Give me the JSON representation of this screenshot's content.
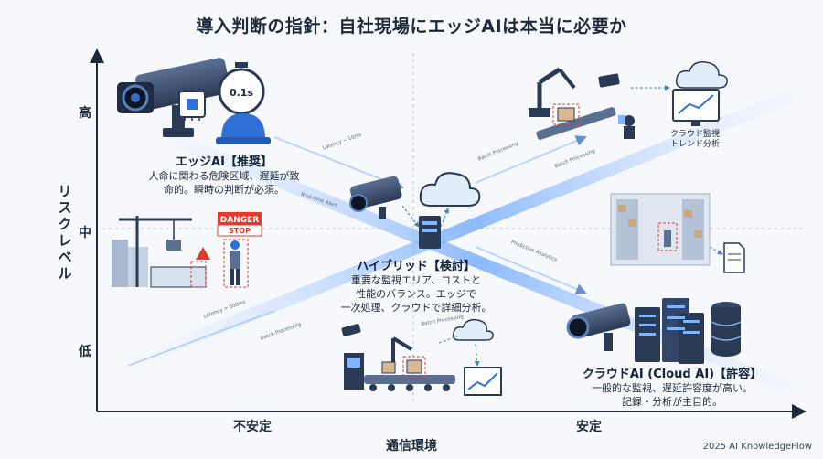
{
  "title": "導入判断の指針：自社現場にエッジAIは本当に必要か",
  "axes": {
    "y_label": "リスクレベル",
    "y_ticks": {
      "high": "高",
      "mid": "中",
      "low": "低"
    },
    "x_label": "通信環境",
    "x_ticks": {
      "left": "不安定",
      "right": "安定"
    }
  },
  "quadrants": {
    "edge": {
      "title": "エッジAI【推奨】",
      "desc1": "人命に関わる危険区域、遅延が致",
      "desc2": "命的。瞬時の判断が必須。"
    },
    "hybrid": {
      "title": "ハイブリッド【検討】",
      "desc1": "重要な監視エリア、コストと",
      "desc2": "性能のバランス。エッジで",
      "desc3": "一次処理、クラウドで詳細分析。"
    },
    "cloud": {
      "title": "クラウドAI (Cloud AI)【許容】",
      "desc1": "一般的な監視、遅延許容度が高い。",
      "desc2": "記録・分析が主目的。"
    }
  },
  "illustrations": {
    "stopwatch_label": "0.1s",
    "danger_sign": "DANGER",
    "stop_sign": "STOP",
    "cloud_monitor_label1": "クラウド監視",
    "cloud_monitor_label2": "トレンド分析"
  },
  "flow_labels": [
    "Latency ~ 10ms",
    "Batch Processing",
    "Real-time Alert",
    "Batch Processing",
    "Predictive Analytics",
    "Latency > 500ms",
    "Batch Processing",
    "Batch Processing"
  ],
  "credit": "2025 AI KnowledgeFlow",
  "colors": {
    "accent": "#2f6fd6",
    "glow": "#7fb4ff",
    "danger": "#e23b2e",
    "hardhat": "#2f6fd6",
    "dark": "#2a3a55"
  }
}
